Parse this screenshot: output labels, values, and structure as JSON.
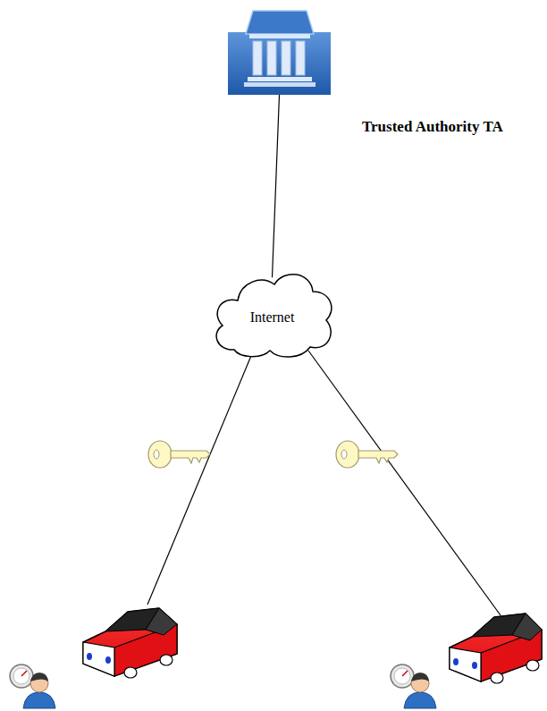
{
  "diagram": {
    "nodes": [
      {
        "text": [
          "Trusted Authority TA"
        ]
      },
      {
        "text": [
          "Internet"
        ]
      }
    ],
    "edges": [
      {
        "from": 0,
        "to": 1,
        "arrow": "none"
      }
    ]
  }
}
